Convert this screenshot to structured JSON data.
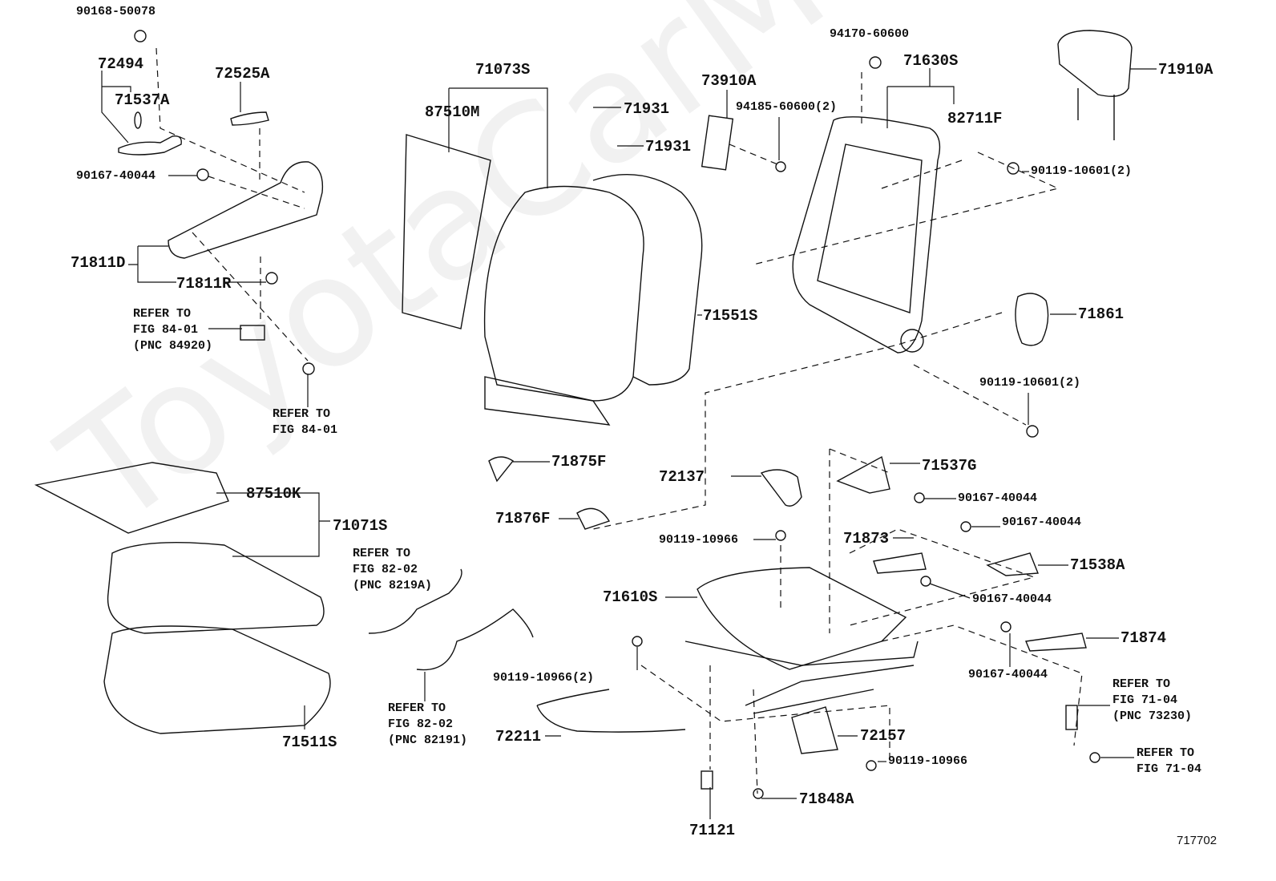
{
  "watermark": "ToyotaCarMore.ru",
  "figure_code": "717702",
  "labels": {
    "p90168_50078": "90168-50078",
    "p72494": "72494",
    "p71537A": "71537A",
    "p72525A": "72525A",
    "p90167_40044_a": "90167-40044",
    "p71811D": "71811D",
    "p71811R": "71811R",
    "ref_84920": "REFER TO\nFIG 84-01\n(PNC 84920)",
    "ref_8401": "REFER TO\nFIG 84-01",
    "p71073S": "71073S",
    "p87510M": "87510M",
    "p71931_a": "71931",
    "p71931_b": "71931",
    "p73910A": "73910A",
    "p94185_60600": "94185-60600(2)",
    "p94170_60600": "94170-60600",
    "p71630S": "71630S",
    "p82711F": "82711F",
    "p71910A": "71910A",
    "p90119_10601_a": "90119-10601(2)",
    "p71551S": "71551S",
    "p71861": "71861",
    "p90119_10601_b": "90119-10601(2)",
    "p71875F": "71875F",
    "p72137": "72137",
    "p71876F": "71876F",
    "p90119_10966_a": "90119-10966",
    "p87510K": "87510K",
    "p71071S": "71071S",
    "ref_8219A": "REFER TO\nFIG 82-02\n(PNC 8219A)",
    "p71537G": "71537G",
    "p90167_40044_b": "90167-40044",
    "p90167_40044_c": "90167-40044",
    "p71873": "71873",
    "p71538A": "71538A",
    "p71610S": "71610S",
    "p90167_40044_d": "90167-40044",
    "p71874": "71874",
    "p90119_10966_2": "90119-10966(2)",
    "p90167_40044_e": "90167-40044",
    "ref_73230": "REFER TO\nFIG 71-04\n(PNC 73230)",
    "ref_82191": "REFER TO\nFIG 82-02\n(PNC 82191)",
    "p72211": "72211",
    "p72157": "72157",
    "p90119_10966_b": "90119-10966",
    "p71511S": "71511S",
    "ref_7104": "REFER TO\nFIG 71-04",
    "p71848A": "71848A",
    "p71121": "71121"
  }
}
